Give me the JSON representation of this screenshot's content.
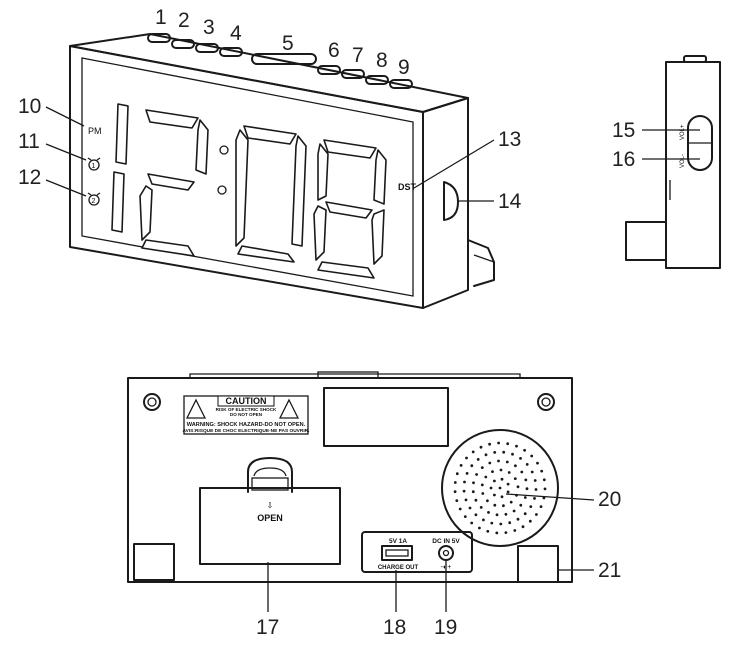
{
  "front": {
    "time": "12:08",
    "pm_label": "PM",
    "dst_label": "DST",
    "alarm1_label": "1",
    "alarm2_label": "2"
  },
  "side": {
    "vol_up": "VOL+",
    "vol_down": "VOL-"
  },
  "back": {
    "caution_title": "CAUTION",
    "caution_line1": "RISK OF ELECTRIC SHOCK",
    "caution_line2": "DO NOT OPEN",
    "warning_line1": "WARNING: SHOCK HAZARD-DO NOT OPEN.",
    "warning_line2": "AVIS:RISQUE DE CHOC ELECTRIQUE-NE PAS OUVRIR.",
    "open_arrow": "⇩",
    "open_label": "OPEN",
    "usb_rating": "5V 1A",
    "usb_label": "CHARGE OUT",
    "dc_label": "DC IN 5V",
    "polarity_symbol": "-◐+"
  },
  "callouts": [
    "1",
    "2",
    "3",
    "4",
    "5",
    "6",
    "7",
    "8",
    "9",
    "10",
    "11",
    "12",
    "13",
    "14",
    "15",
    "16",
    "17",
    "18",
    "19",
    "20",
    "21"
  ]
}
